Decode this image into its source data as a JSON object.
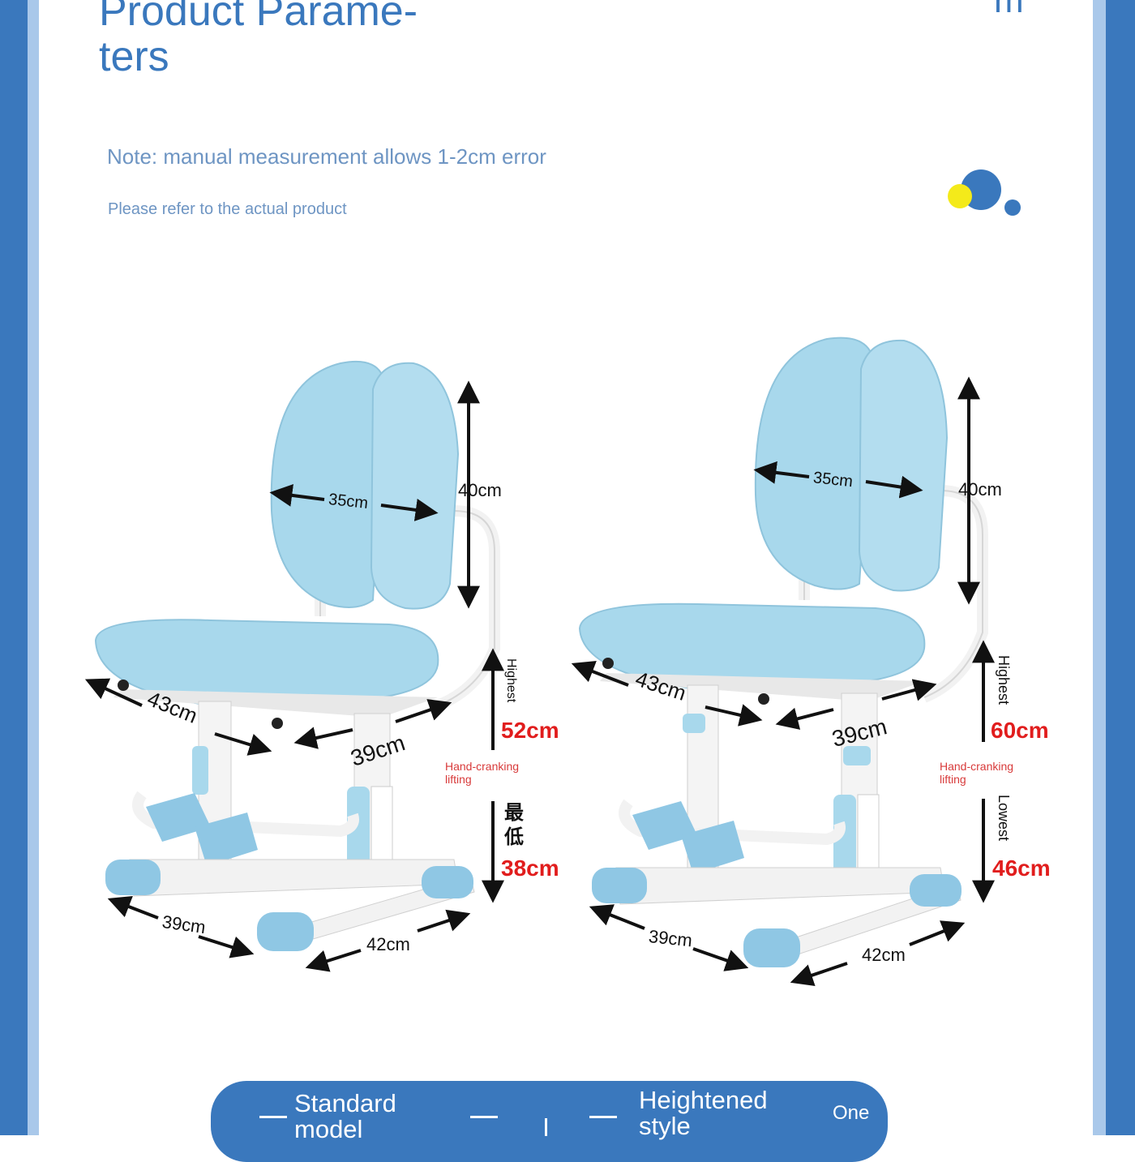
{
  "header": {
    "title": "Product Parame-\nters",
    "mark": "m"
  },
  "notes": {
    "measurement": "Note: manual measurement allows 1-2cm error",
    "refer": "Please refer to the actual product"
  },
  "chairs": {
    "standard": {
      "back_width": "35cm",
      "back_height": "40cm",
      "seat_depth": "43cm",
      "seat_width": "39cm",
      "highest_label": "Highest",
      "highest_value": "52cm",
      "lift_label_1": "Hand-cranking",
      "lift_label_2": "lifting",
      "lowest_label": "最\n低",
      "lowest_value": "38cm",
      "base_depth": "39cm",
      "base_width": "42cm"
    },
    "heightened": {
      "back_width": "35cm",
      "back_height": "40cm",
      "seat_depth": "43cm",
      "seat_width": "39cm",
      "highest_label": "Highest",
      "highest_value": "60cm",
      "lift_label_1": "Hand-cranking",
      "lift_label_2": "lifting",
      "lowest_label": "Lowest",
      "lowest_value": "46cm",
      "base_depth": "39cm",
      "base_width": "42cm"
    }
  },
  "models": {
    "standard": "Standard\nmodel",
    "heightened": "Heightened\nstyle",
    "extra": "One"
  },
  "colors": {
    "brand_blue": "#3a78bd",
    "light_blue": "#a9c8ea",
    "chair_blue": "#a8d8ec",
    "highlight_red": "#e11d1d"
  }
}
